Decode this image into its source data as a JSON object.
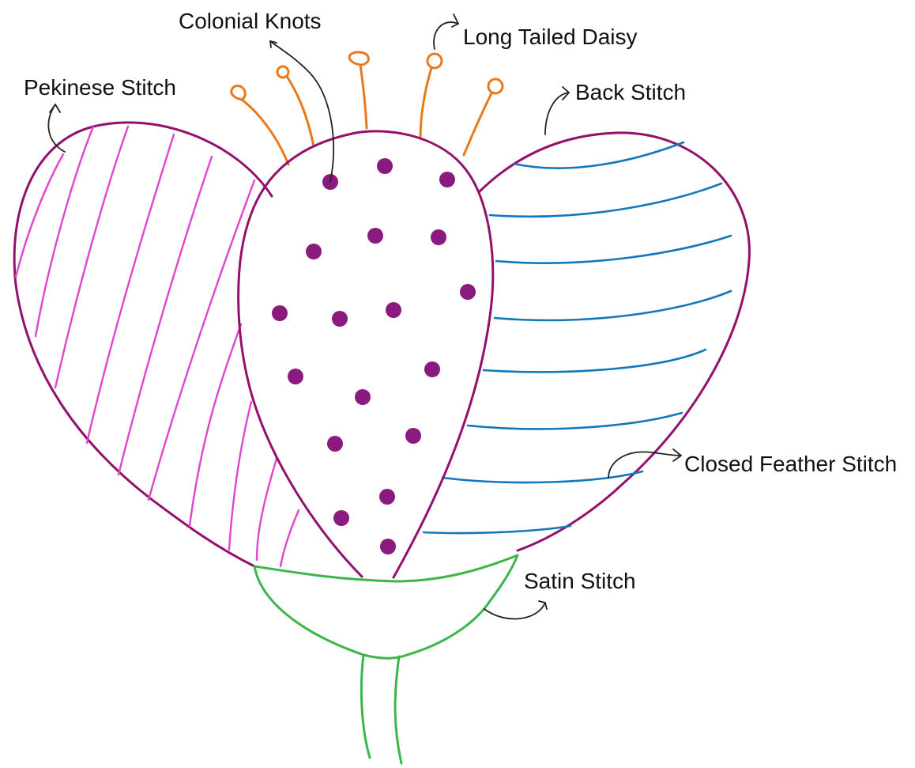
{
  "diagram": {
    "labels": {
      "colonial_knots": "Colonial Knots",
      "long_tailed_daisy": "Long Tailed Daisy",
      "pekinese_stitch": "Pekinese Stitch",
      "back_stitch": "Back Stitch",
      "closed_feather_stitch": "Closed Feather Stitch",
      "satin_stitch": "Satin Stitch"
    },
    "colors": {
      "petal_outline": "#93106b",
      "pekinese_lines": "#e145cf",
      "back_stitch_lines": "#1377bc",
      "daisy_stitches": "#e87a1e",
      "satin_stitch": "#3cb649",
      "colonial_knots": "#8a1a7d",
      "annotation_arrows": "#222222"
    }
  }
}
